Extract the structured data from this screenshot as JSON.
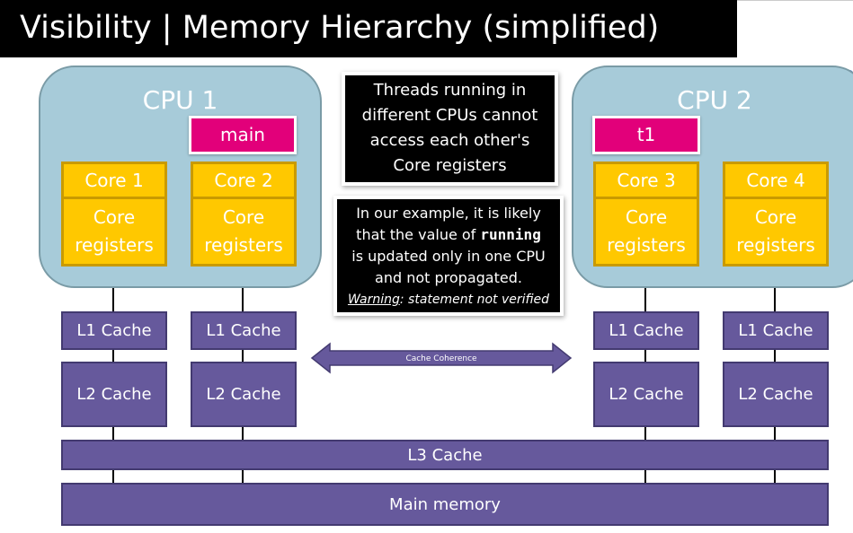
{
  "title": "Visibility | Memory Hierarchy (simplified)",
  "cpus": [
    {
      "label": "CPU 1",
      "thread": "main",
      "cores": [
        {
          "label": "Core 1",
          "registers": [
            "Core",
            "registers"
          ]
        },
        {
          "label": "Core 2",
          "registers": [
            "Core",
            "registers"
          ]
        }
      ]
    },
    {
      "label": "CPU 2",
      "thread": "t1",
      "cores": [
        {
          "label": "Core 3",
          "registers": [
            "Core",
            "registers"
          ]
        },
        {
          "label": "Core 4",
          "registers": [
            "Core",
            "registers"
          ]
        }
      ]
    }
  ],
  "caches": {
    "l1": "L1 Cache",
    "l2": "L2 Cache",
    "l3": "L3 Cache",
    "main_memory": "Main memory"
  },
  "coherence_label": "Cache Coherence",
  "note1": [
    "Threads running in",
    "different CPUs cannot",
    "access each other's",
    "Core registers"
  ],
  "note2": {
    "line1": "In our example, it is likely",
    "line2_prefix": "that the value of ",
    "line2_code": "running",
    "line3": "is updated only in one CPU",
    "line4": "and not propagated.",
    "warning_label": "Warning",
    "warning_text": ": statement not verified"
  },
  "colors": {
    "cpu": "#a7cbd9",
    "core": "#ffc800",
    "thread_tag": "#e2007a",
    "cache": "#66599c",
    "title_bg": "#000000"
  }
}
